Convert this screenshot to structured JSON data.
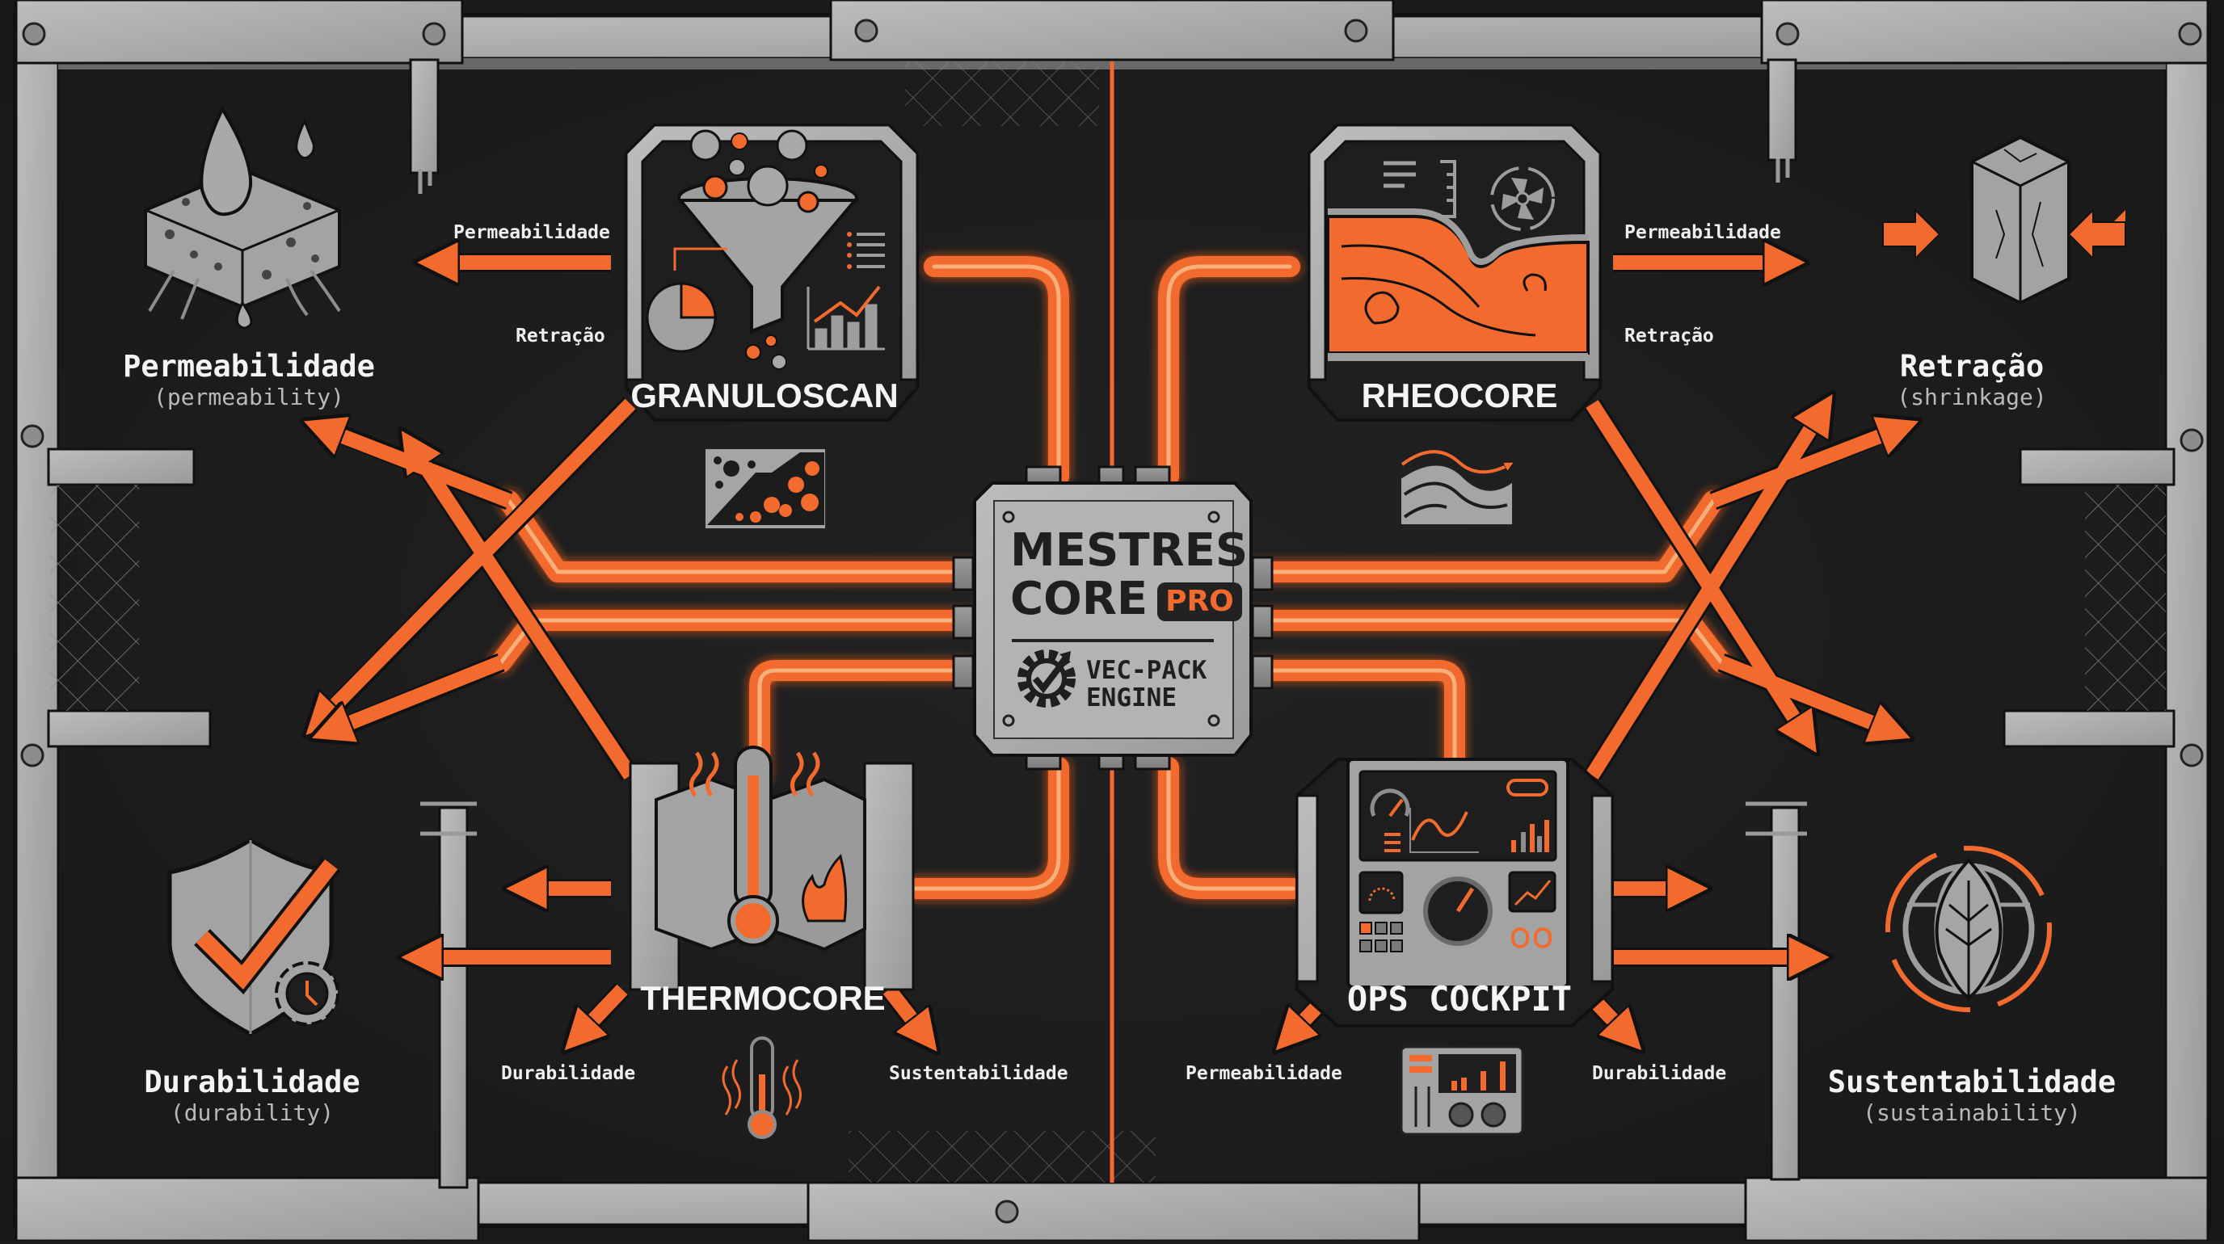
{
  "theme": {
    "background": "#1c1c1c",
    "accent": "#f26a2e",
    "accent_highlight": "#f8b07a",
    "concrete": "#a9a9a9",
    "concrete_dark": "#7d7d7d",
    "text": "#f2f2f2",
    "subtext": "#b9b9b9"
  },
  "core": {
    "title_line1": "MESTRES",
    "title_line2": "CORE",
    "badge": "PRO",
    "engine_line1": "VEC-PACK",
    "engine_line2": "ENGINE",
    "icon": "gear-check-arrow-icon"
  },
  "modules": [
    {
      "id": "granuloscan",
      "title": "GRANULOSCAN",
      "icon": "funnel-particles-icon",
      "sub_icon": "aggregate-texture-icon",
      "edges": [
        {
          "label": "Permeabilidade"
        },
        {
          "label": "Retração"
        }
      ]
    },
    {
      "id": "rheocore",
      "title": "RHEOCORE",
      "icon": "flow-mixer-icon",
      "sub_icon": "flow-waves-icon",
      "edges": [
        {
          "label": "Permeabilidade"
        },
        {
          "label": "Retração"
        }
      ]
    },
    {
      "id": "thermocore",
      "title": "THERMOCORE",
      "icon": "thermometer-concrete-fire-icon",
      "sub_icon": "thermometer-heat-icon",
      "edges": [
        {
          "label": "Durabilidade"
        },
        {
          "label": "Sustentabilidade"
        }
      ]
    },
    {
      "id": "ops-cockpit",
      "title": "OPS COCKPIT",
      "icon": "control-panel-icon",
      "sub_icon": "mixer-console-icon",
      "edges": [
        {
          "label": "Permeabilidade"
        },
        {
          "label": "Durabilidade"
        }
      ]
    }
  ],
  "outcomes": [
    {
      "id": "permeabilidade",
      "title": "Permeabilidade",
      "subtitle": "(permeability)",
      "icon": "porous-block-drop-icon"
    },
    {
      "id": "retracao",
      "title": "Retração",
      "subtitle": "(shrinkage)",
      "icon": "cracked-cube-compress-icon"
    },
    {
      "id": "durabilidade",
      "title": "Durabilidade",
      "subtitle": "(durability)",
      "icon": "shield-check-clock-icon"
    },
    {
      "id": "sustentabilidade",
      "title": "Sustentabilidade",
      "subtitle": "(sustainability)",
      "icon": "leaf-globe-recycle-icon"
    }
  ]
}
